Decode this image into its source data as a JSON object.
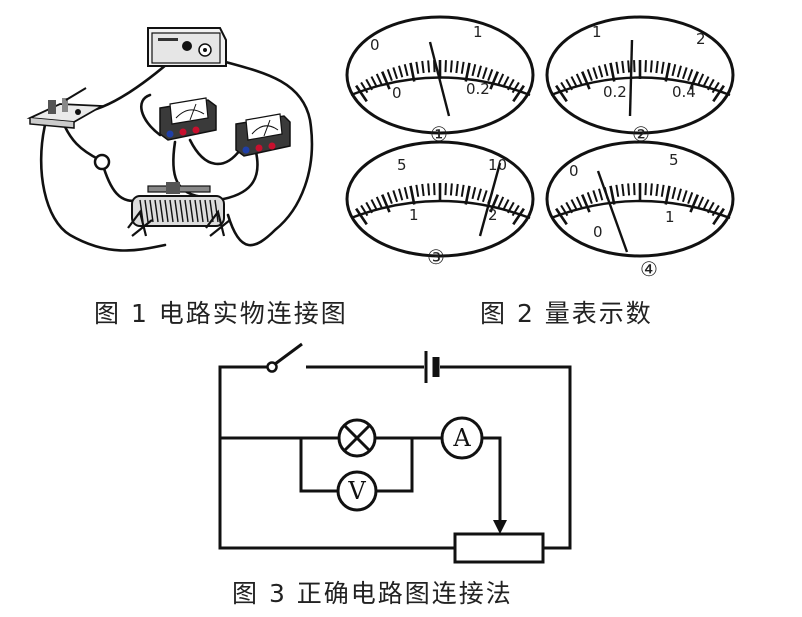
{
  "figure1": {
    "caption": "图 1 电路实物连接图"
  },
  "figure2": {
    "caption": "图 2 量表示数",
    "meters": [
      {
        "id": "①",
        "top_labels": [
          "0",
          "1"
        ],
        "bottom_labels": [
          "0",
          "0.2"
        ]
      },
      {
        "id": "②",
        "top_labels": [
          "1",
          "2"
        ],
        "bottom_labels": [
          "0.2",
          "0.4"
        ]
      },
      {
        "id": "③",
        "top_labels": [
          "5",
          "10"
        ],
        "bottom_labels": [
          "1",
          "2"
        ]
      },
      {
        "id": "④",
        "top_labels": [
          "0",
          "5"
        ],
        "bottom_labels": [
          "0",
          "1"
        ]
      }
    ]
  },
  "figure3": {
    "caption": "图 3  正确电路图连接法",
    "ammeter_symbol": "A",
    "voltmeter_symbol": "V"
  },
  "colors": {
    "ink": "#111111",
    "paper": "#ffffff",
    "terminal_red": "#c8102e",
    "terminal_blue": "#1f3fa8"
  }
}
